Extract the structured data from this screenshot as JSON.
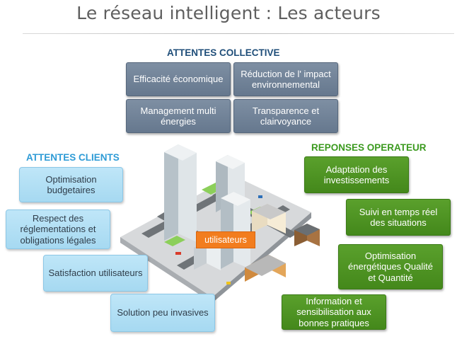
{
  "title": "Le réseau intelligent : Les acteurs",
  "collective": {
    "heading": "ATTENTES  COLLECTIVE",
    "items": [
      "Efficacité économique",
      "Réduction de l' impact environnemental",
      "Management multi énergies",
      "Transparence et clairvoyance"
    ]
  },
  "clients": {
    "heading": "ATTENTES CLIENTS",
    "items": [
      "Optimisation budgetaires",
      "Respect des réglementations et obligations légales",
      "Satisfaction utilisateurs",
      "Solution peu invasives"
    ]
  },
  "operateur": {
    "heading": "REPONSES OPERATEUR",
    "items": [
      "Adaptation des investissements",
      "Suivi en temps réel des situations",
      "Optimisation énergétiques Qualité et Quantité",
      "Information et sensibilisation aux bonnes pratiques"
    ]
  },
  "center_label": "utilisateurs",
  "colors": {
    "collective_box": "#71839a",
    "client_box": "#b3dff4",
    "operateur_box": "#4e9524",
    "center_label": "#f27d1e"
  }
}
